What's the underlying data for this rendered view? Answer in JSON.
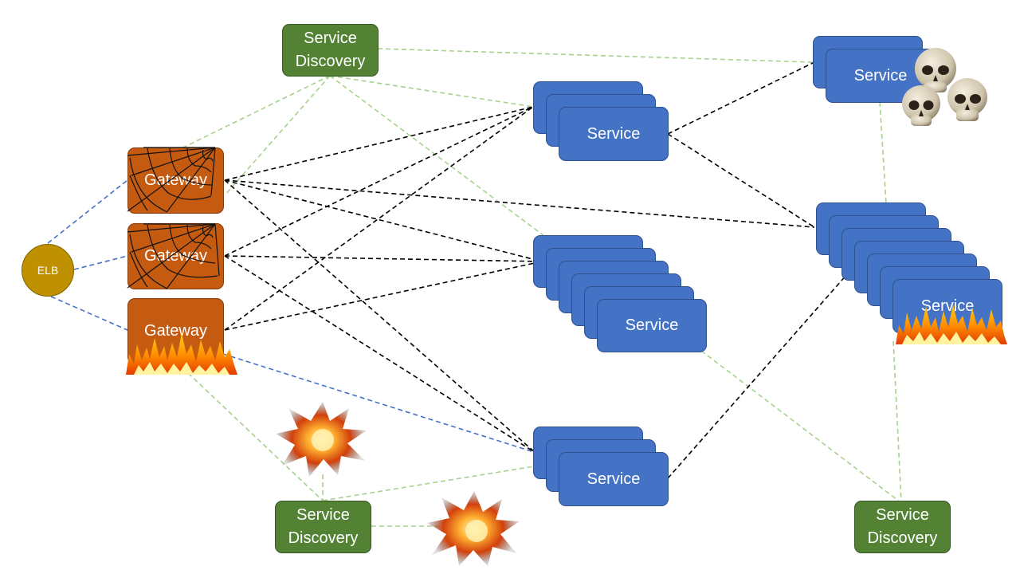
{
  "elb": {
    "label": "ELB"
  },
  "gateways": [
    {
      "label": "Gateway",
      "hazard": "cobweb-icon"
    },
    {
      "label": "Gateway",
      "hazard": "cobweb-icon"
    },
    {
      "label": "Gateway",
      "hazard": "fire-icon"
    }
  ],
  "service_label": "Service",
  "service_discovery_label": "Service Discovery",
  "service_discovery_nodes": [
    {
      "line1": "Service",
      "line2": "Discovery"
    },
    {
      "line1": "Service",
      "line2": "Discovery"
    },
    {
      "line1": "Service",
      "line2": "Discovery"
    }
  ],
  "hazard_icons": [
    "cobweb-icon",
    "fire-icon",
    "explosion-icon",
    "skull-icon"
  ],
  "colors": {
    "service": "#4472c4",
    "service_discovery": "#548235",
    "gateway": "#c55a11",
    "elb": "#bf9000",
    "link_elb": "#4472c4",
    "link_discovery": "#a9d18e",
    "link_service": "#000000"
  }
}
